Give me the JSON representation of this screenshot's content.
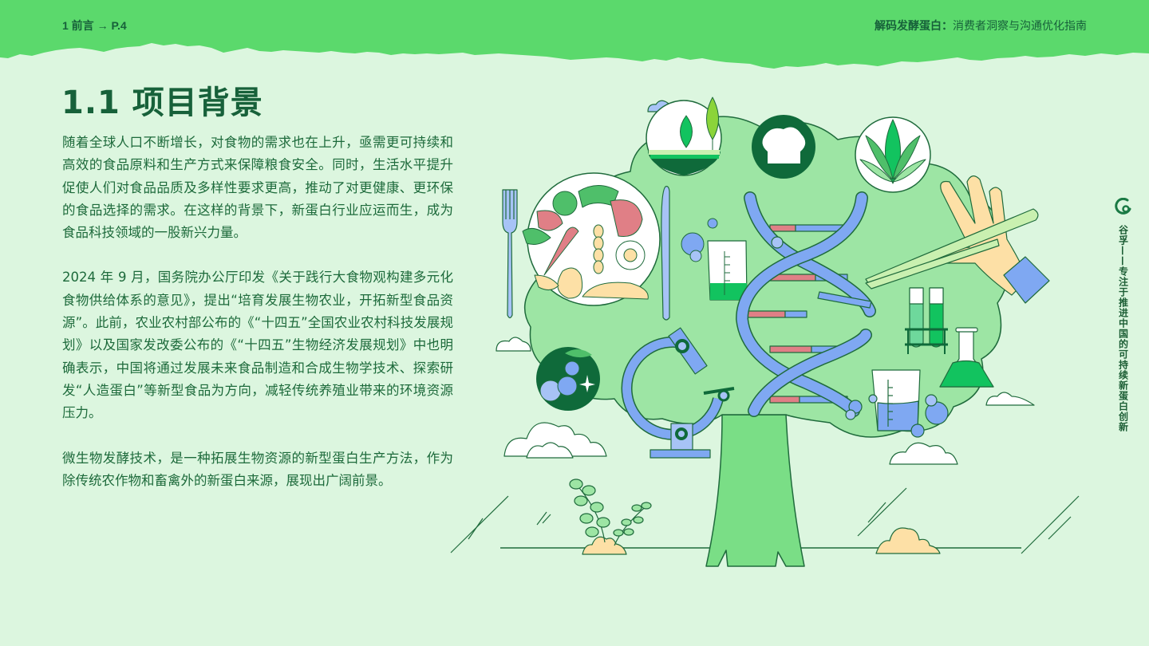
{
  "header": {
    "breadcrumb": "1  前言 → P.4",
    "doc_title_bold": "解码发酵蛋白：",
    "doc_title_rest": "消费者洞察与沟通优化指南",
    "band_color": "#5bd96c"
  },
  "page": {
    "heading": "1.1  项目背景",
    "paragraphs": [
      "随着全球人口不断增长，对食物的需求也在上升，亟需更可持续和高效的食品原料和生产方式来保障粮食安全。同时，生活水平提升促使人们对食品品质及多样性要求更高，推动了对更健康、更环保的食品选择的需求。在这样的背景下，新蛋白行业应运而生，成为食品科技领域的一股新兴力量。",
      "2024 年 9 月，国务院办公厅印发《关于践行大食物观构建多元化食物供给体系的意见》，提出“培育发展生物农业，开拓新型食品资源”。此前，农业农村部公布的《“十四五”全国农业农村科技发展规划》以及国家发改委公布的《“十四五”生物经济发展规划》中也明确表示，中国将通过发展未来食品制造和合成生物学技术、探索研发“人造蛋白”等新型食品为方向，减轻传统养殖业带来的环境资源压力。",
      "微生物发酵技术，是一种拓展生物资源的新型蛋白生产方法，作为除传统农作物和畜禽外的新蛋白来源，展现出广阔前景。"
    ]
  },
  "side_brand": {
    "logo_icon": "gufu-logo-icon",
    "text": "谷孚——专注于推进中国的可持续新蛋白创新"
  },
  "illustration": {
    "subject": "tree-with-science-and-food-icons",
    "colors": {
      "crown": "#9de5a4",
      "trunk": "#7ade86",
      "outline": "#1f6b3c",
      "blue": "#7fa8f2",
      "pink": "#e07f86",
      "dark_green": "#0f6a3a",
      "bright_green": "#12c35f",
      "sand": "#fde0a6"
    }
  }
}
